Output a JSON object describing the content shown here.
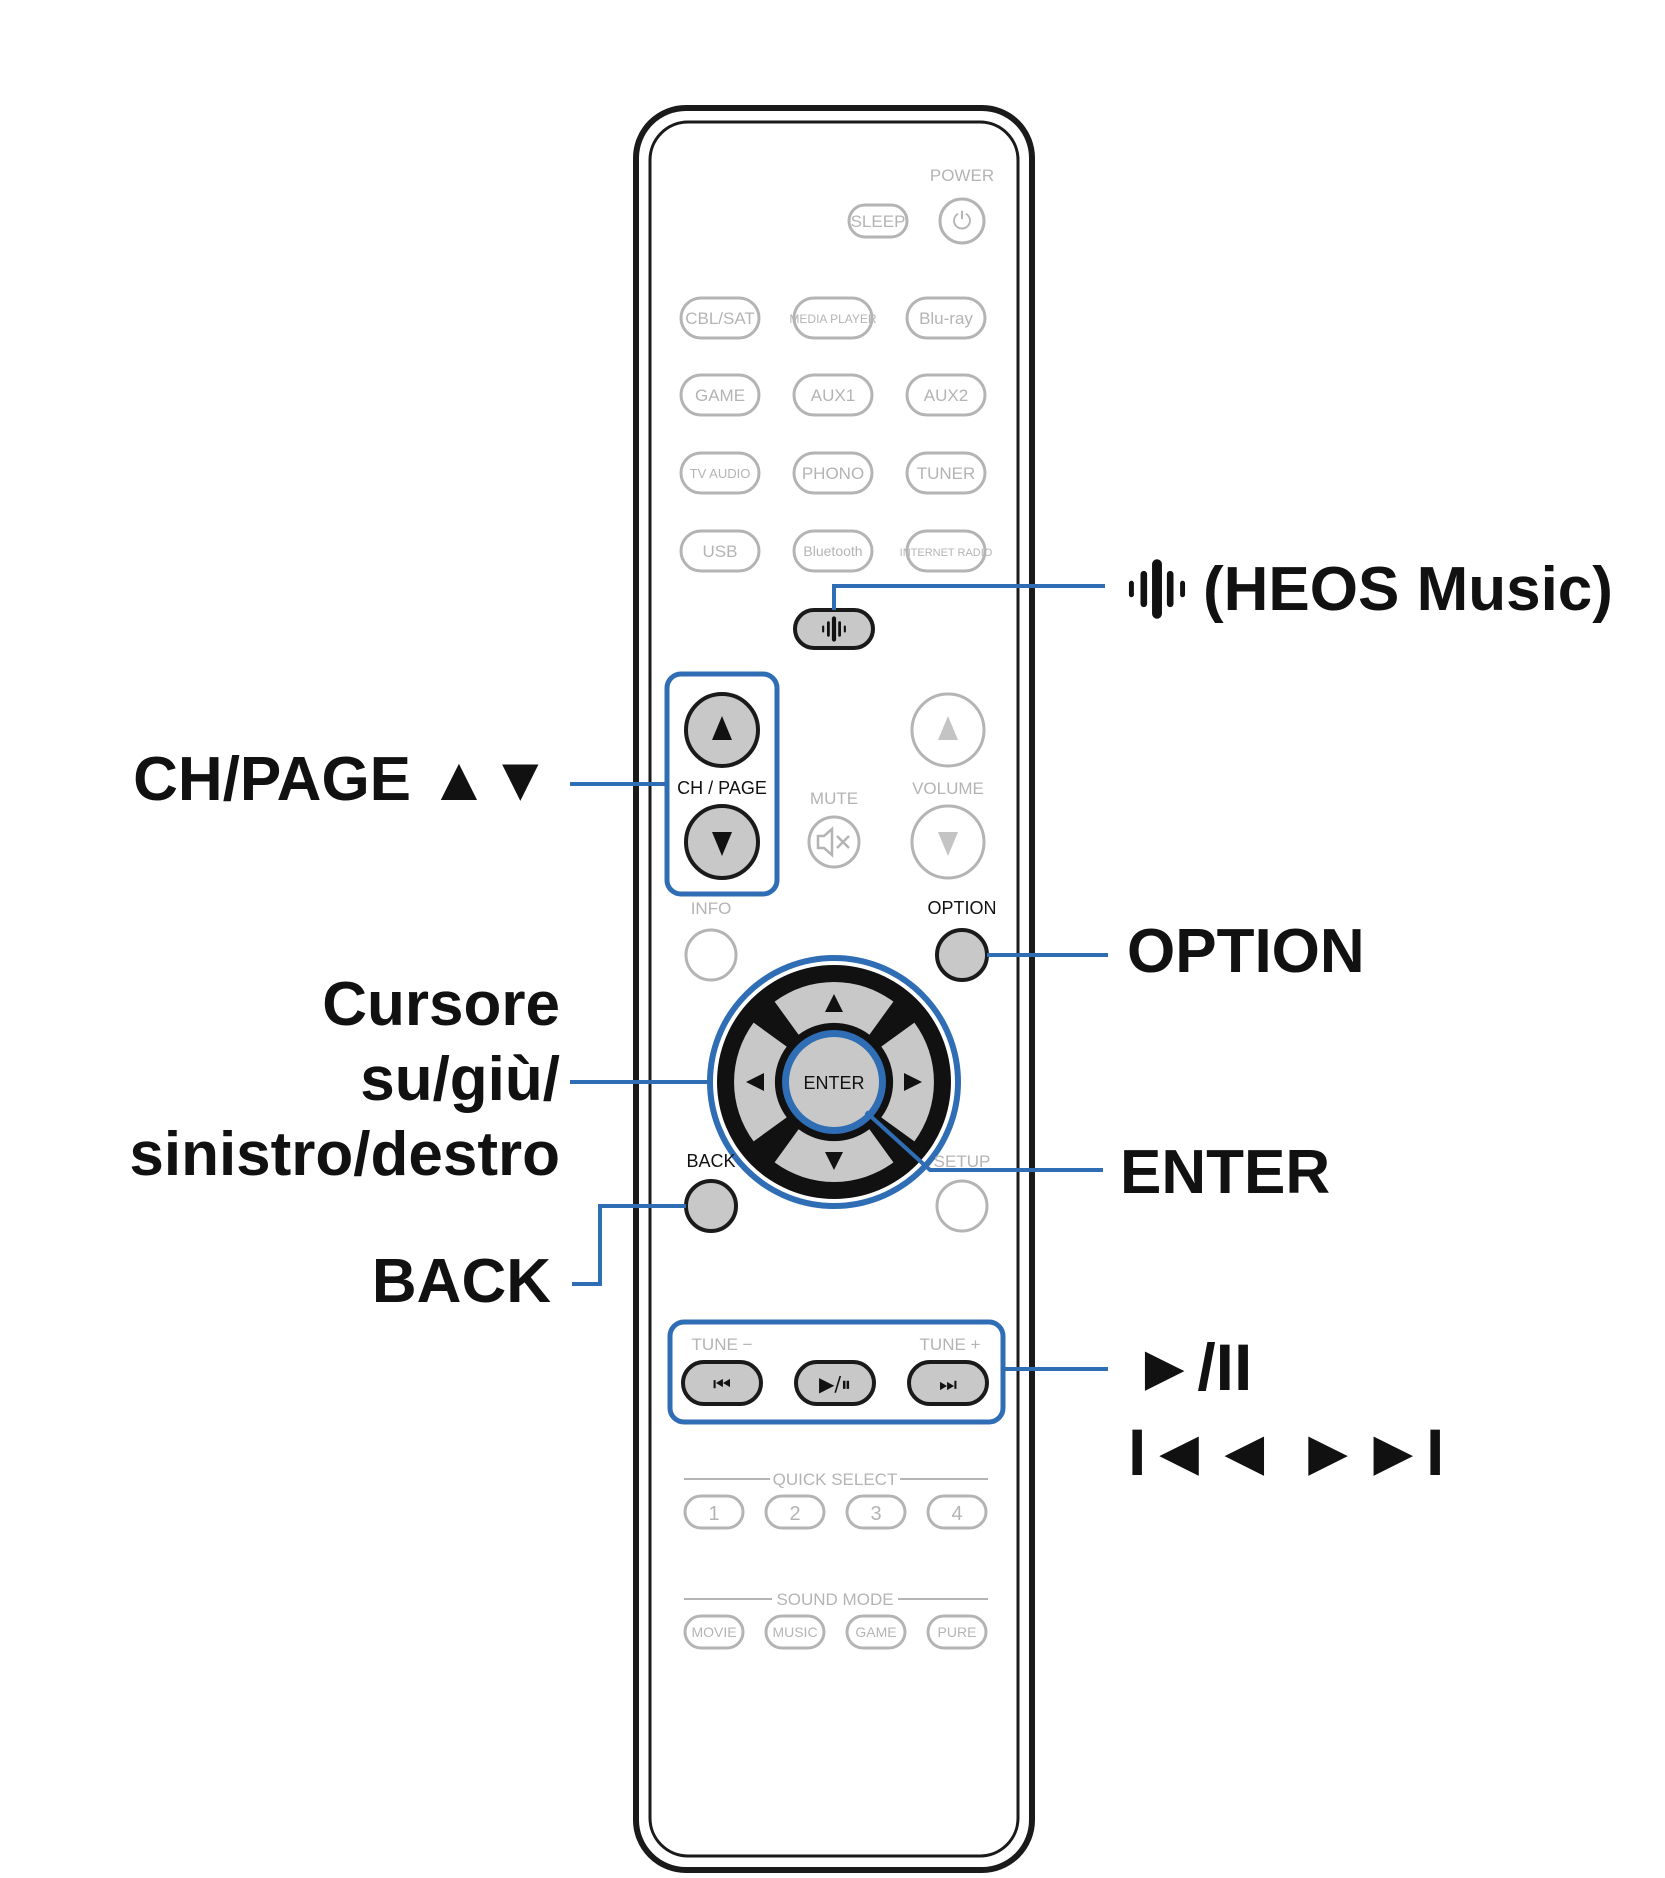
{
  "remote": {
    "power_label": "POWER",
    "sleep_label": "SLEEP",
    "power_symbol": "⏻",
    "source_rows": [
      [
        "CBL/SAT",
        "MEDIA PLAYER",
        "Blu-ray"
      ],
      [
        "GAME",
        "AUX1",
        "AUX2"
      ],
      [
        "TV AUDIO",
        "PHONO",
        "TUNER"
      ],
      [
        "USB",
        "Bluetooth",
        "INTERNET RADIO"
      ]
    ],
    "ch_page_label": "CH / PAGE",
    "mute_label": "MUTE",
    "volume_label": "VOLUME",
    "info_label": "INFO",
    "option_label": "OPTION",
    "enter_label": "ENTER",
    "back_label": "BACK",
    "setup_label": "SETUP",
    "tune_minus_label": "TUNE −",
    "tune_plus_label": "TUNE +",
    "prev_symbol": "⏮",
    "play_pause_symbol": "▶/⏸",
    "next_symbol": "⏭",
    "quick_select_label": "QUICK SELECT",
    "quick_select_buttons": [
      "1",
      "2",
      "3",
      "4"
    ],
    "sound_mode_label": "SOUND MODE",
    "sound_mode_buttons": [
      "MOVIE",
      "MUSIC",
      "GAME",
      "PURE"
    ]
  },
  "callouts": {
    "heos": "(HEOS Music)",
    "ch_page": "CH/PAGE ▲▼",
    "option": "OPTION",
    "cursor_lines": [
      "Cursore",
      "su/giù/",
      "sinistro/destro"
    ],
    "enter": "ENTER",
    "back": "BACK",
    "play_pause": "►/II",
    "skip": "I◄◄ ►►I"
  },
  "colors": {
    "highlight": "#2f6db5",
    "inactive": "#b4b4b4",
    "active_fill": "#c8c8c8"
  }
}
